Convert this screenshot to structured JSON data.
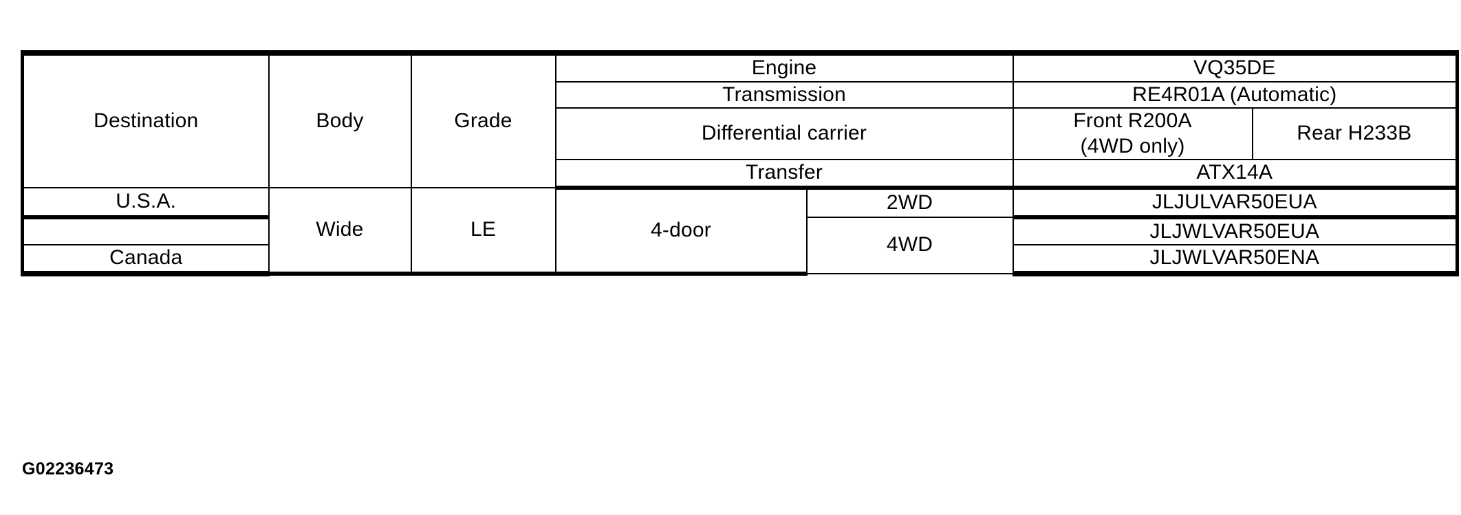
{
  "figure": {
    "caption": "G02236473"
  },
  "table": {
    "column_headers": {
      "destination": "Destination",
      "body": "Body",
      "grade": "Grade"
    },
    "spec_rows": [
      {
        "label": "Engine",
        "value": "VQ35DE"
      },
      {
        "label": "Transmission",
        "value": "RE4R01A (Automatic)"
      },
      {
        "label": "Differential carrier",
        "value_front": "Front R200A\n(4WD only)",
        "value_rear": "Rear H233B"
      },
      {
        "label": "Transfer",
        "value": "ATX14A"
      }
    ],
    "data_rows": {
      "destinations": [
        "U.S.A.",
        "Canada"
      ],
      "body": "Wide",
      "grade": "LE",
      "doors": "4-door",
      "drive_2wd": "2WD",
      "drive_4wd": "4WD",
      "model_codes": [
        "JLJULVAR50EUA",
        "JLJWLVAR50EUA",
        "JLJWLVAR50ENA"
      ]
    }
  }
}
